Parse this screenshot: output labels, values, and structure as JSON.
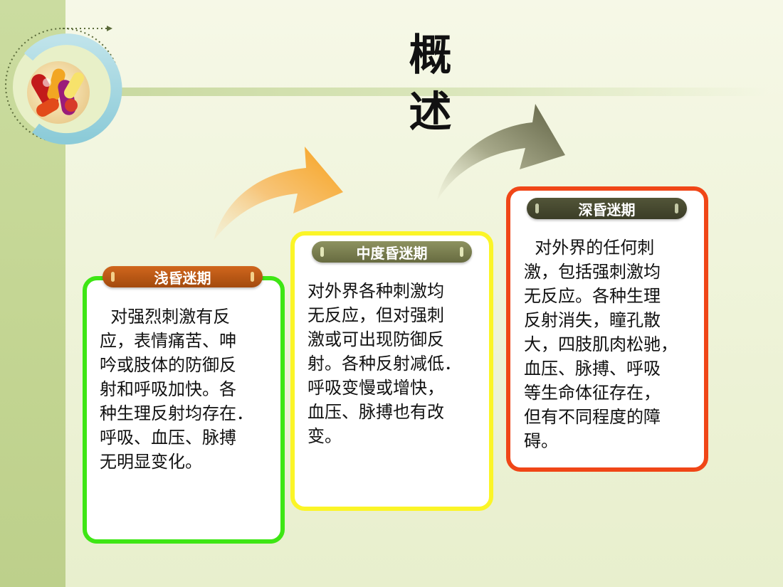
{
  "slide": {
    "title": "概　述"
  },
  "stages": [
    {
      "name": "浅昏迷期",
      "description": "  对强烈刺激有反\n应，表情痛苦、呻\n吟或肢体的防御反\n射和呼吸加快。各\n种生理反射均存在．\n呼吸、血压、脉搏\n无明显变化。",
      "border_color": "#3ee614"
    },
    {
      "name": "中度昏迷期",
      "description": "对外界各种刺激均\n无反应，但对强刺\n激或可出现防御反\n射。各种反射减低．\n呼吸变慢或增快，\n血压、脉搏也有改\n变。",
      "border_color": "#fbf527"
    },
    {
      "name": "深昏迷期",
      "description": "  对外界的任何刺\n激，包括强刺激均\n无反应。各种生理\n反射消失，瞳孔散\n大，四肢肌肉松驰，\n血压、脉搏、呼吸\n等生命体征存在，\n但有不同程度的障\n碍。",
      "border_color": "#f04617"
    }
  ],
  "icons": [
    "pills-logo-icon",
    "curved-arrow-icon"
  ]
}
